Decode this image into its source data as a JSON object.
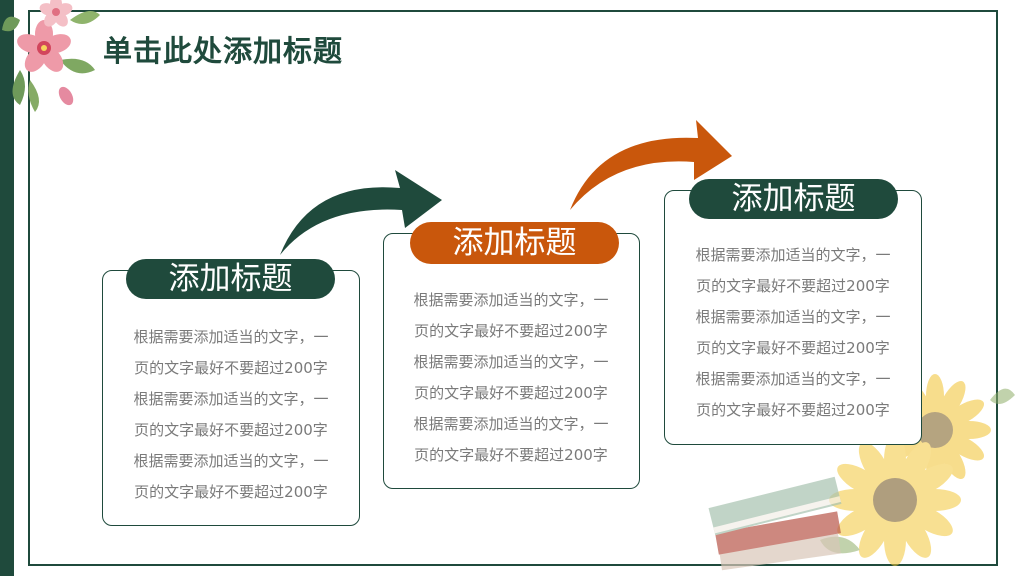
{
  "title": "单击此处添加标题",
  "cards": [
    {
      "heading": "添加标题",
      "lines": [
        "根据需要添加适当的文字，一",
        "页的文字最好不要超过200字",
        "根据需要添加适当的文字，一",
        "页的文字最好不要超过200字",
        "根据需要添加适当的文字，一",
        "页的文字最好不要超过200字"
      ]
    },
    {
      "heading": "添加标题",
      "lines": [
        "根据需要添加适当的文字，一",
        "页的文字最好不要超过200字",
        "根据需要添加适当的文字，一",
        "页的文字最好不要超过200字",
        "根据需要添加适当的文字，一",
        "页的文字最好不要超过200字"
      ]
    },
    {
      "heading": "添加标题",
      "lines": [
        "根据需要添加适当的文字，一",
        "页的文字最好不要超过200字",
        "根据需要添加适当的文字，一",
        "页的文字最好不要超过200字",
        "根据需要添加适当的文字，一",
        "页的文字最好不要超过200字"
      ]
    }
  ],
  "colors": {
    "green": "#1f4a3c",
    "orange": "#c9570c",
    "text": "#7a7a7a"
  },
  "icons": [
    "flower-bouquet-icon",
    "arrow-curved-icon",
    "sunflower-icon",
    "book-stack-icon"
  ]
}
